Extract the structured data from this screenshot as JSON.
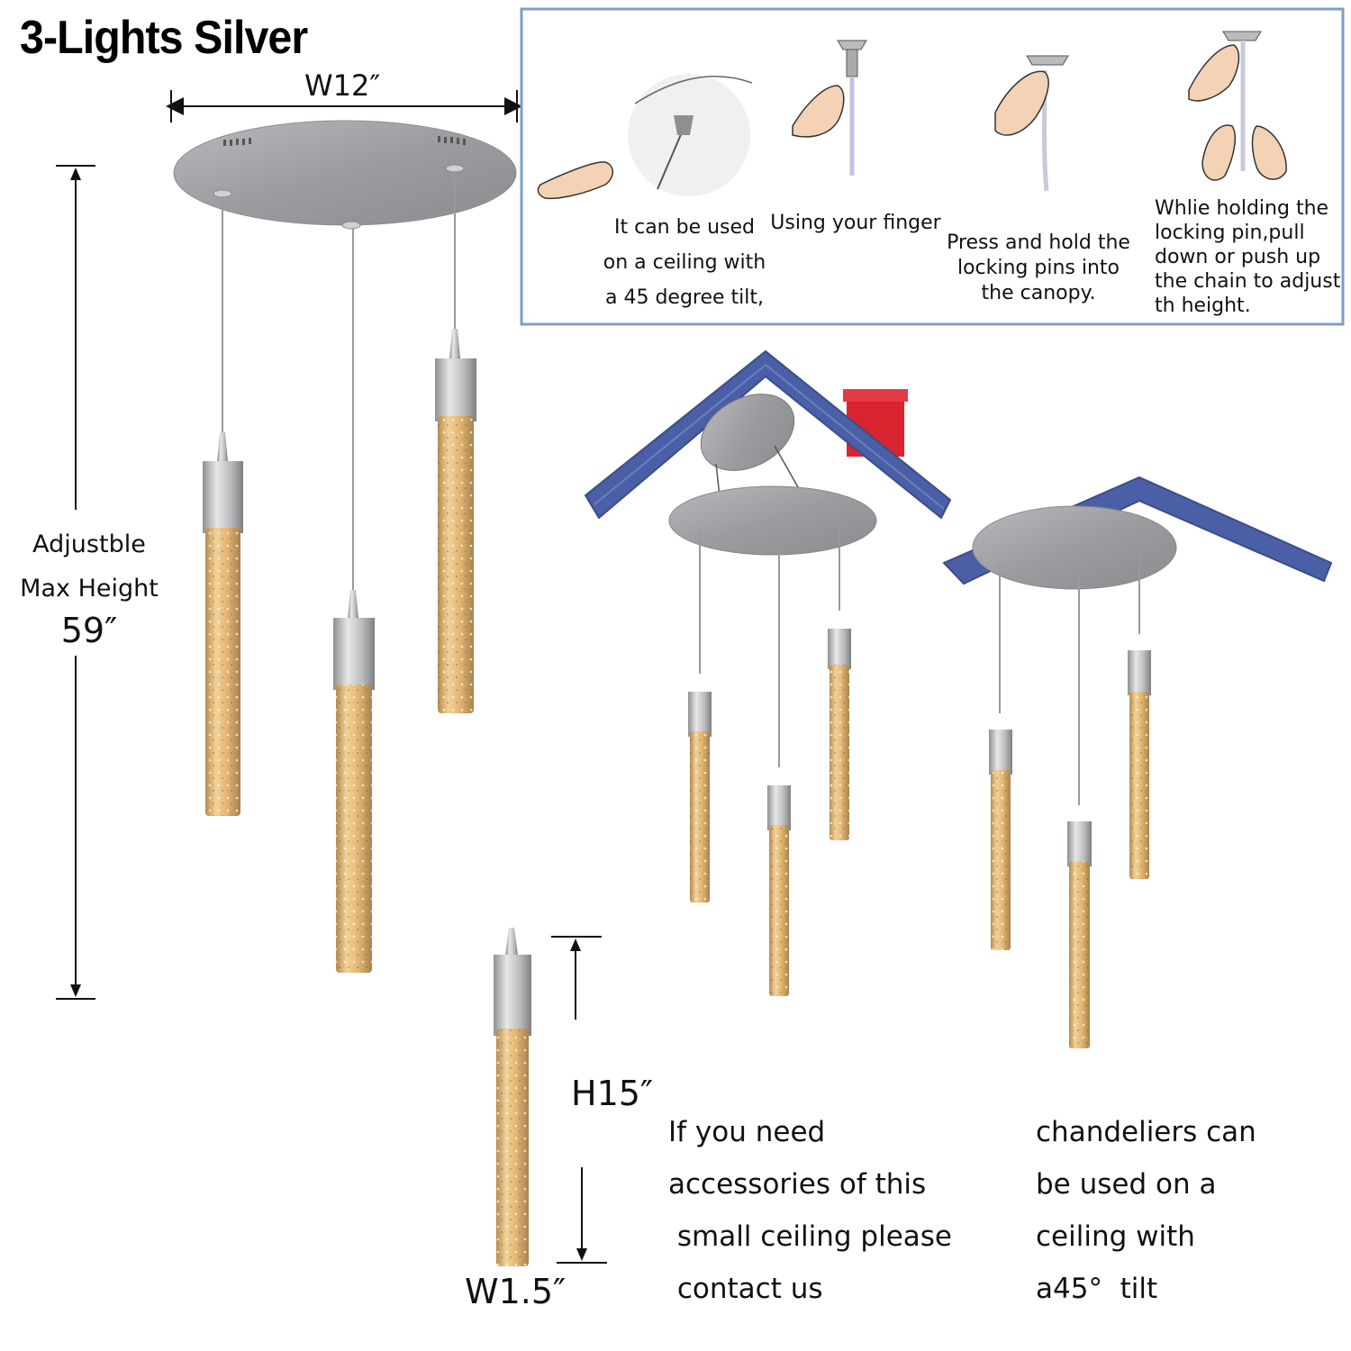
{
  "title": "3-Lights Silver",
  "dimensions": {
    "width": "W12″",
    "height_line1": "Adjustble",
    "height_line2": "Max Height",
    "height_value": "59″",
    "tube_height": "H15″",
    "tube_width": "W1.5″"
  },
  "install_steps": {
    "step1": [
      "It can be used",
      "on a ceiling with",
      "a 45 degree tilt,"
    ],
    "step2": [
      "Using your finger"
    ],
    "step3": [
      "Press and hold the",
      "locking pins into",
      "the canopy."
    ],
    "step4": [
      "Whlie holding the",
      "locking pin,pull",
      "down or push up",
      "the chain to adjust",
      "th height."
    ]
  },
  "notes": {
    "left": [
      "If you need",
      "accessories of this",
      " small ceiling please",
      " contact us"
    ],
    "right": [
      "chandeliers can",
      "be used on a",
      "ceiling with",
      "a45°  tilt"
    ]
  },
  "colors": {
    "panel_border": "#7f9ccc",
    "roof": "#4a5fa6",
    "chimney": "#d9232f",
    "canopy": "#9ea0a3",
    "glow": "#e9b871"
  }
}
